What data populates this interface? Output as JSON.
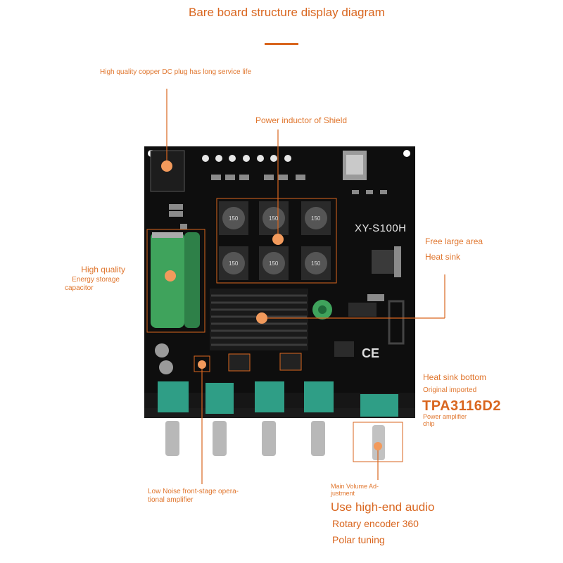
{
  "title": "Bare board structure display diagram",
  "callouts": {
    "dc_plug": "High quality copper DC plug has long service life",
    "inductor": "Power inductor of Shield",
    "free_area_1": "Free large area",
    "free_area_2": "Heat sink",
    "capacitor_1": "High quality",
    "capacitor_2": "Energy storage",
    "capacitor_3": "capacitor",
    "heat_sink_bottom": "Heat sink bottom",
    "original_imported": "Original imported",
    "chip_name": "TPA3116D2",
    "chip_desc_1": "Power amplifier",
    "chip_desc_2": "chip",
    "opamp_1": "Low Noise front-stage opera-",
    "opamp_2": "tional amplifier",
    "volume_1": "Main Volume Ad-",
    "volume_2": "justment",
    "encoder_1": "Use high-end audio",
    "encoder_2": "Rotary encoder 360",
    "encoder_3": "Polar tuning"
  },
  "board": {
    "model": "XY-S100H",
    "inductor_marking": "150"
  },
  "colors": {
    "accent": "#d9661f",
    "board": "#0e0e0e",
    "potentiometer": "#2f9e86",
    "capacitor": "#3fa35c"
  }
}
